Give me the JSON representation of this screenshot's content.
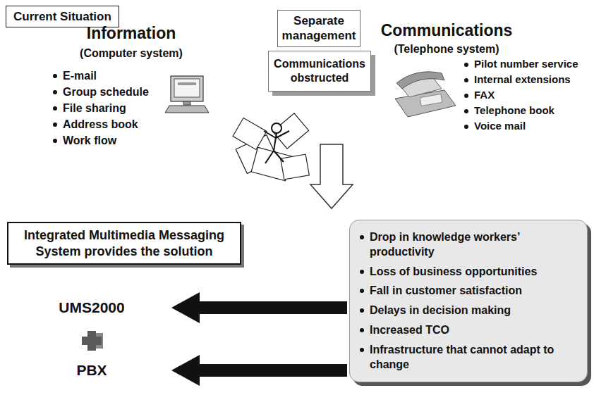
{
  "diagram": {
    "nodes": [
      {
        "text": [
          "Current Situation"
        ]
      },
      {
        "text": [
          "Information",
          "(Computer system)",
          "E-mail",
          "Group schedule",
          "File sharing",
          "Address book",
          "Work flow"
        ]
      },
      {
        "text": [
          "Communications",
          "(Telephone system)",
          "Pilot number service",
          "Internal extensions",
          "FAX",
          "Telephone book",
          "Voice mail"
        ]
      },
      {
        "text": [
          "Separate management"
        ]
      },
      {
        "text": [
          "Communications obstructed"
        ]
      },
      {
        "text": [
          "Integrated Multimedia Messaging System provides the solution"
        ]
      },
      {
        "text": [
          "UMS2000"
        ]
      },
      {
        "text": [
          "PBX"
        ]
      },
      {
        "text": [
          "Drop in knowledge workers’ productivity",
          "Loss of business opportunities",
          "Fall in customer satisfaction",
          "Delays in decision making",
          "Increased TCO",
          "Infrastructure that cannot adapt to change"
        ]
      }
    ],
    "edges": [
      {
        "from": 8,
        "to": 6,
        "arrow": "to"
      },
      {
        "from": 8,
        "to": 7,
        "arrow": "to"
      }
    ]
  }
}
